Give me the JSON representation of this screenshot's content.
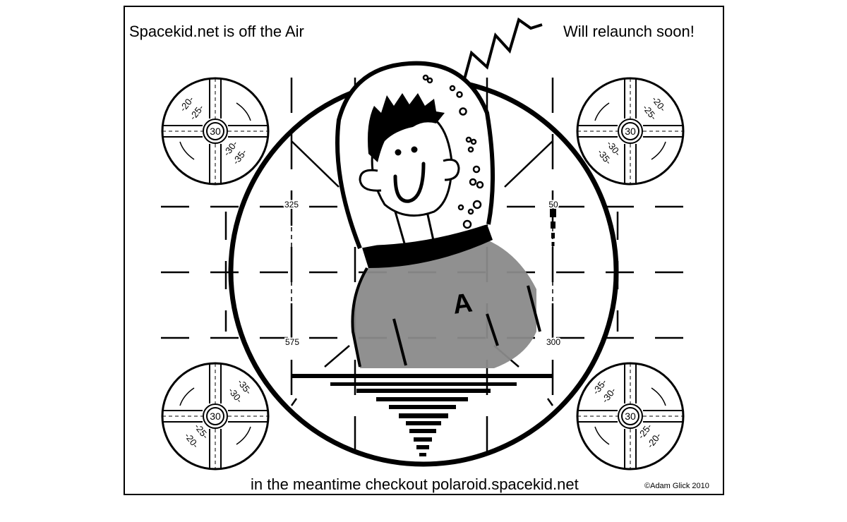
{
  "header": {
    "left_text": "Spacekid.net is off the Air",
    "right_text": "Will relaunch soon!"
  },
  "footer": {
    "main_text": "in the meantime checkout polaroid.spacekid.net",
    "copyright": "©Adam Glick 2010"
  },
  "test_pattern": {
    "line_labels": {
      "upper_left": "325",
      "upper_right": "50",
      "lower_left": "575",
      "lower_right": "300"
    },
    "corner_dials": [
      {
        "center": "30",
        "labels": [
          "-20-",
          "-25-",
          "-30-",
          "-35-"
        ]
      },
      {
        "center": "30",
        "labels": [
          "-20-",
          "-25-",
          "-30-",
          "-35-"
        ]
      },
      {
        "center": "30",
        "labels": [
          "-35-",
          "-30-",
          "-25-",
          "-20-"
        ]
      },
      {
        "center": "30",
        "labels": [
          "-35-",
          "-30-",
          "-25-",
          "-20-"
        ]
      }
    ],
    "shirt_letter": "A"
  },
  "colors": {
    "ink": "#000000",
    "paper": "#ffffff",
    "shirt": "#8a8a8a"
  }
}
